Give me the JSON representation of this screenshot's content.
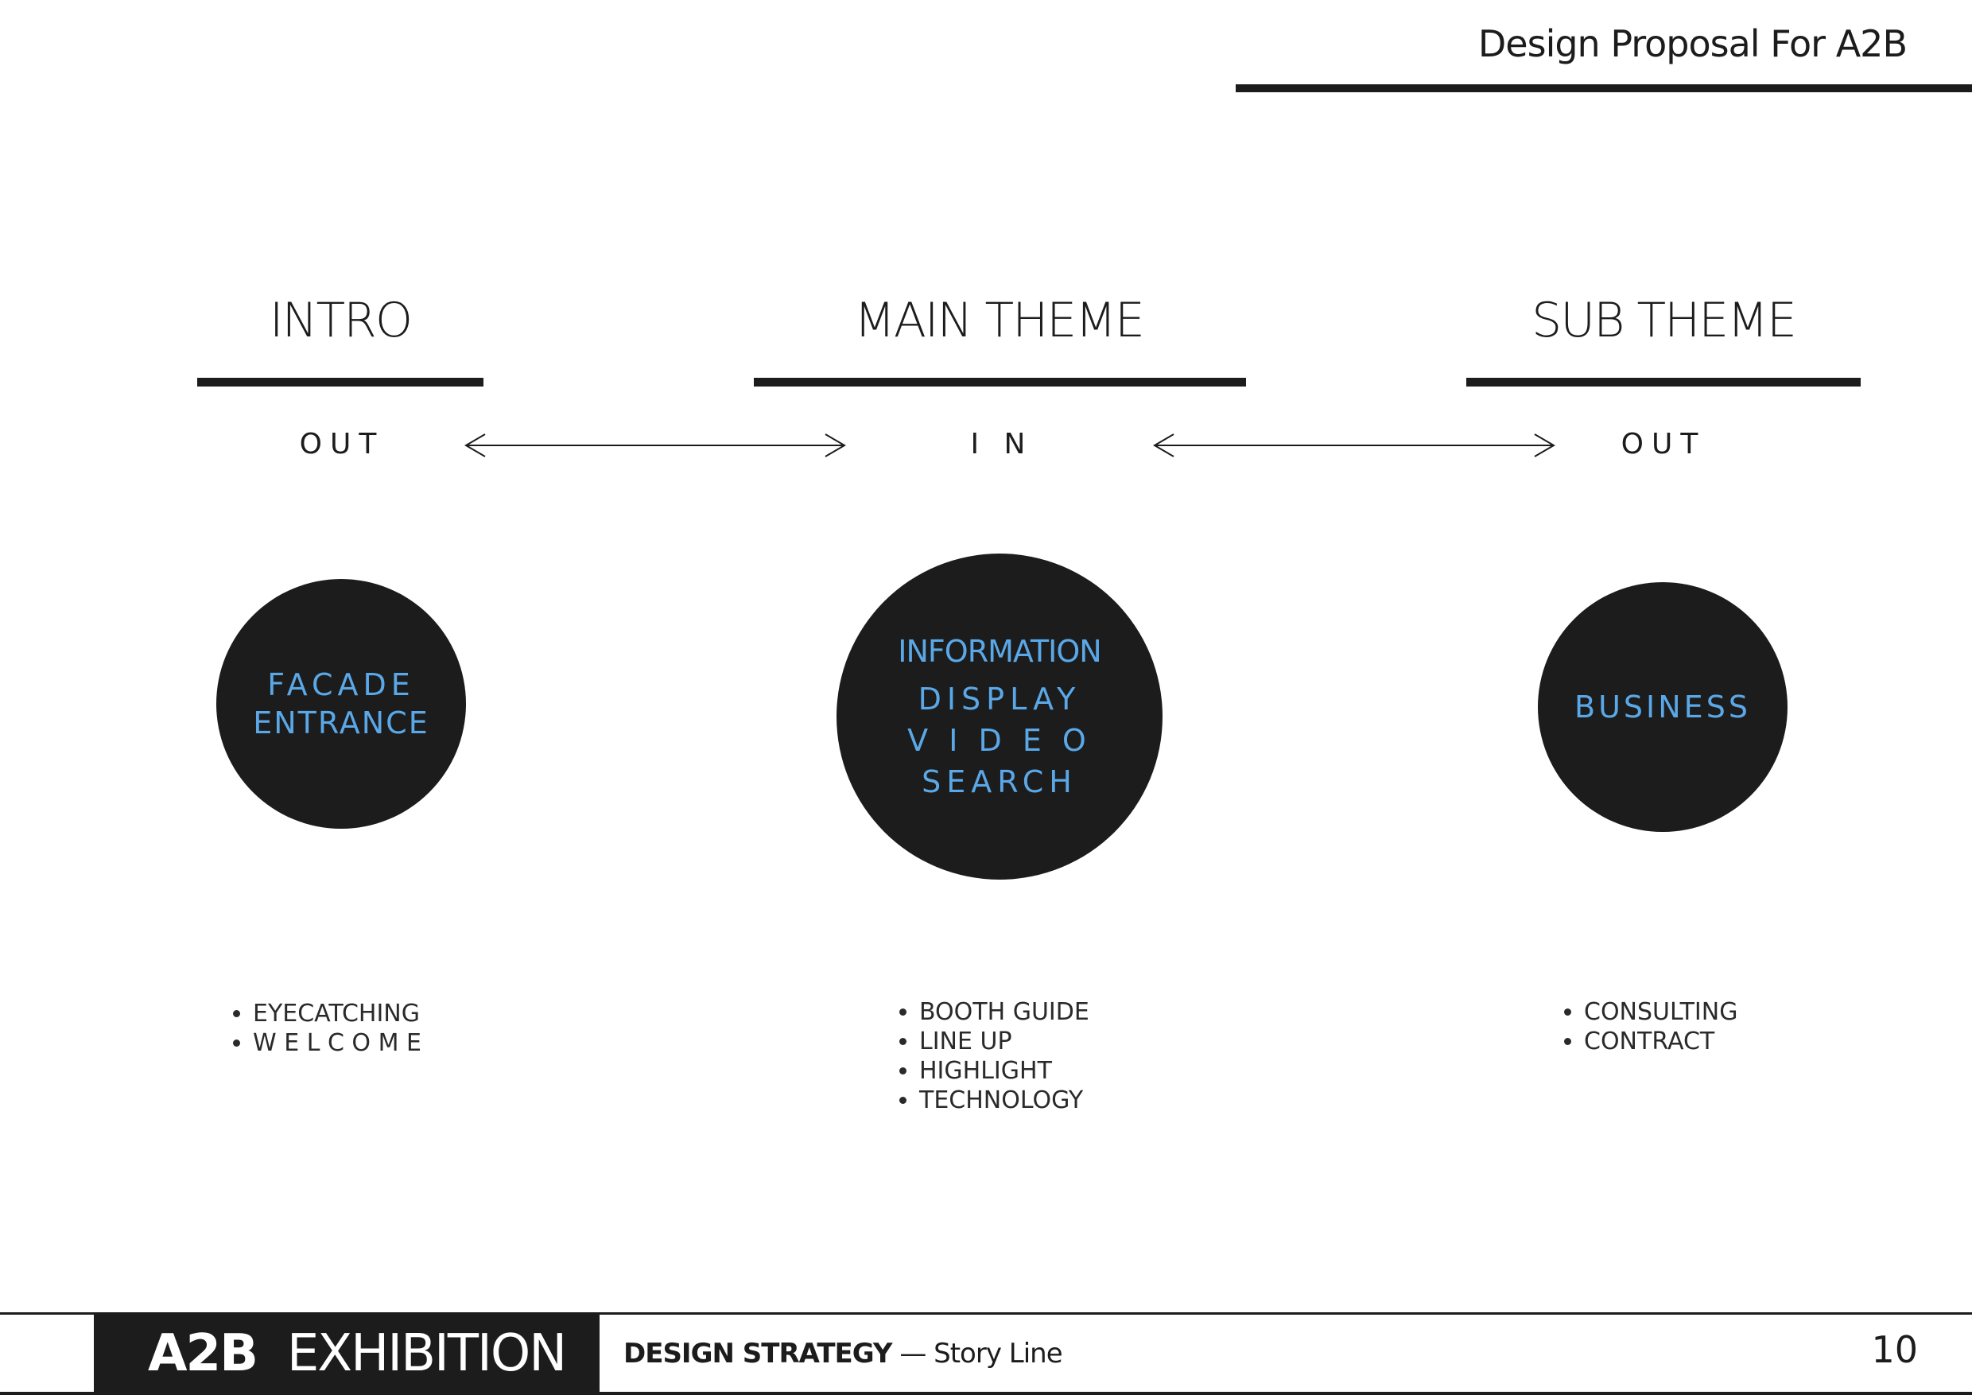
{
  "header": {
    "title": "Design Proposal For A2B"
  },
  "columns": [
    {
      "title": "INTRO",
      "direction": "OUT",
      "circle_lines": [
        "FACADE",
        "ENTRANCE"
      ],
      "bullets": [
        "EYECATCHING",
        "W E L C O M E"
      ]
    },
    {
      "title": "MAIN THEME",
      "direction": "I N",
      "circle_lines": [
        "INFORMATION",
        "DISPLAY",
        "V I D E O",
        "SEARCH"
      ],
      "bullets": [
        "BOOTH GUIDE",
        "LINE UP",
        "HIGHLIGHT",
        "TECHNOLOGY"
      ]
    },
    {
      "title": "SUB THEME",
      "direction": "OUT",
      "circle_lines": [
        "BUSINESS"
      ],
      "bullets": [
        "CONSULTING",
        "CONTRACT"
      ]
    }
  ],
  "footer": {
    "brand": "A2B",
    "label": "EXHIBITION",
    "section_bold": "DESIGN STRATEGY",
    "section_rest": " — Story Line",
    "page_number": "10"
  },
  "colors": {
    "ink": "#1c1c1c",
    "accent": "#5aa8e8",
    "background": "#ffffff"
  }
}
